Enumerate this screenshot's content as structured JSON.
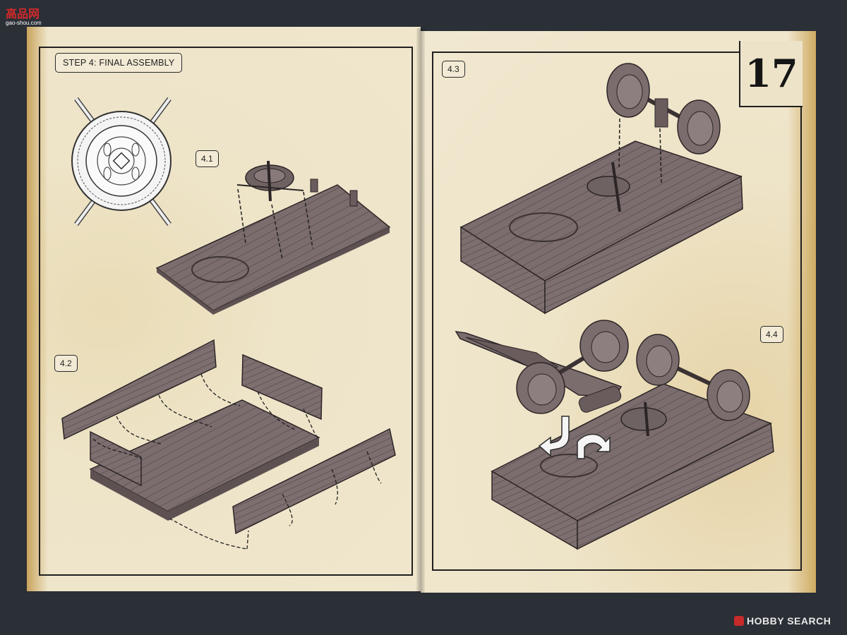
{
  "watermark_top": {
    "text": "高品网",
    "sub": "gao-shou.com"
  },
  "watermark_bottom": {
    "text": "HOBBY SEARCH"
  },
  "page_left": {
    "step_title": "STEP 4: FINAL ASSEMBLY",
    "steps": [
      "4.1",
      "4.2"
    ]
  },
  "page_right": {
    "page_number": "17",
    "steps": [
      "4.3",
      "4.4"
    ]
  },
  "colors": {
    "paper": "#ece1c4",
    "part": "#7b6c6d",
    "line": "#1f1f1f"
  }
}
